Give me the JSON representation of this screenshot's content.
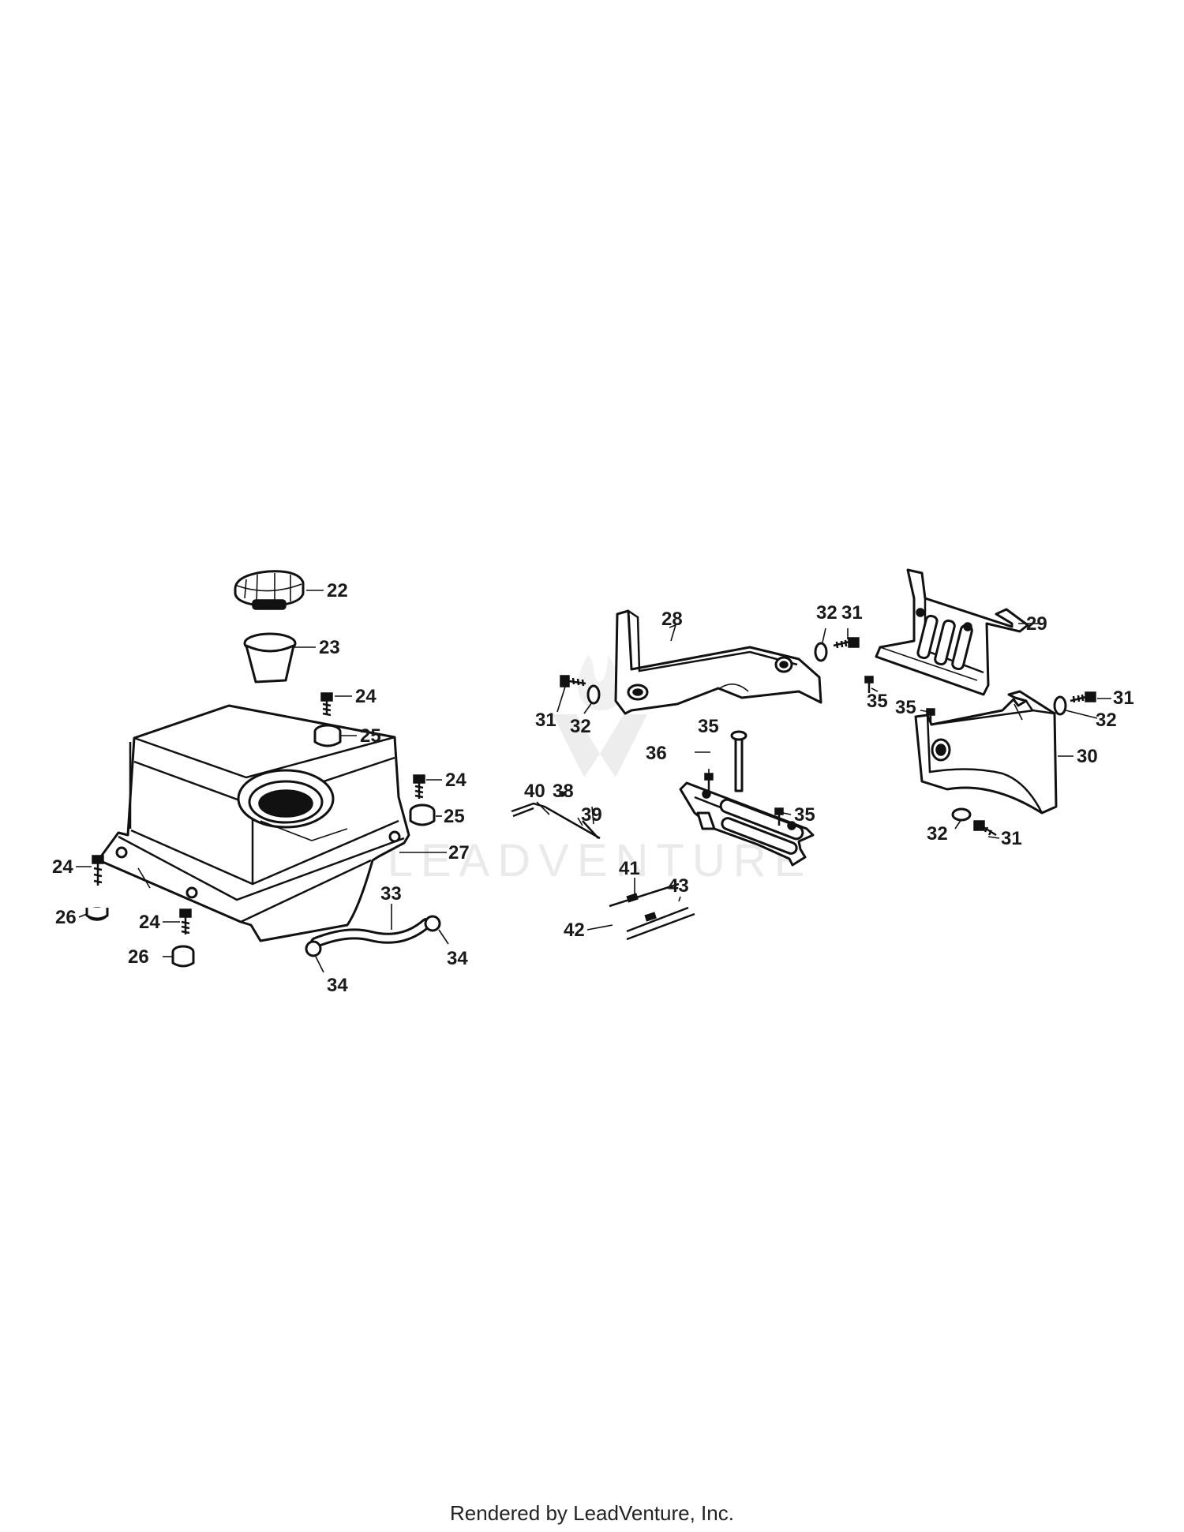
{
  "watermark": {
    "text": "LEADVENTURE"
  },
  "footer": {
    "text": "Rendered by LeadVenture, Inc."
  },
  "callouts": [
    {
      "id": "c22",
      "label": "22"
    },
    {
      "id": "c23",
      "label": "23"
    },
    {
      "id": "c24a",
      "label": "24"
    },
    {
      "id": "c25a",
      "label": "25"
    },
    {
      "id": "c24b",
      "label": "24"
    },
    {
      "id": "c25b",
      "label": "25"
    },
    {
      "id": "c27",
      "label": "27"
    },
    {
      "id": "c24c",
      "label": "24"
    },
    {
      "id": "c26a",
      "label": "26"
    },
    {
      "id": "c24d",
      "label": "24"
    },
    {
      "id": "c26b",
      "label": "26"
    },
    {
      "id": "c33",
      "label": "33"
    },
    {
      "id": "c34a",
      "label": "34"
    },
    {
      "id": "c34b",
      "label": "34"
    },
    {
      "id": "c28",
      "label": "28"
    },
    {
      "id": "c31a",
      "label": "31"
    },
    {
      "id": "c32a",
      "label": "32"
    },
    {
      "id": "c32b",
      "label": "32"
    },
    {
      "id": "c31b",
      "label": "31"
    },
    {
      "id": "c29",
      "label": "29"
    },
    {
      "id": "c35a",
      "label": "35"
    },
    {
      "id": "c35b",
      "label": "35"
    },
    {
      "id": "c31c",
      "label": "31"
    },
    {
      "id": "c32c",
      "label": "32"
    },
    {
      "id": "c30",
      "label": "30"
    },
    {
      "id": "c32d",
      "label": "32"
    },
    {
      "id": "c31d",
      "label": "31"
    },
    {
      "id": "c35c",
      "label": "35"
    },
    {
      "id": "c36",
      "label": "36"
    },
    {
      "id": "c35d",
      "label": "35"
    },
    {
      "id": "c40",
      "label": "40"
    },
    {
      "id": "c38",
      "label": "38"
    },
    {
      "id": "c39",
      "label": "39"
    },
    {
      "id": "c41",
      "label": "41"
    },
    {
      "id": "c43",
      "label": "43"
    },
    {
      "id": "c42",
      "label": "42"
    }
  ]
}
